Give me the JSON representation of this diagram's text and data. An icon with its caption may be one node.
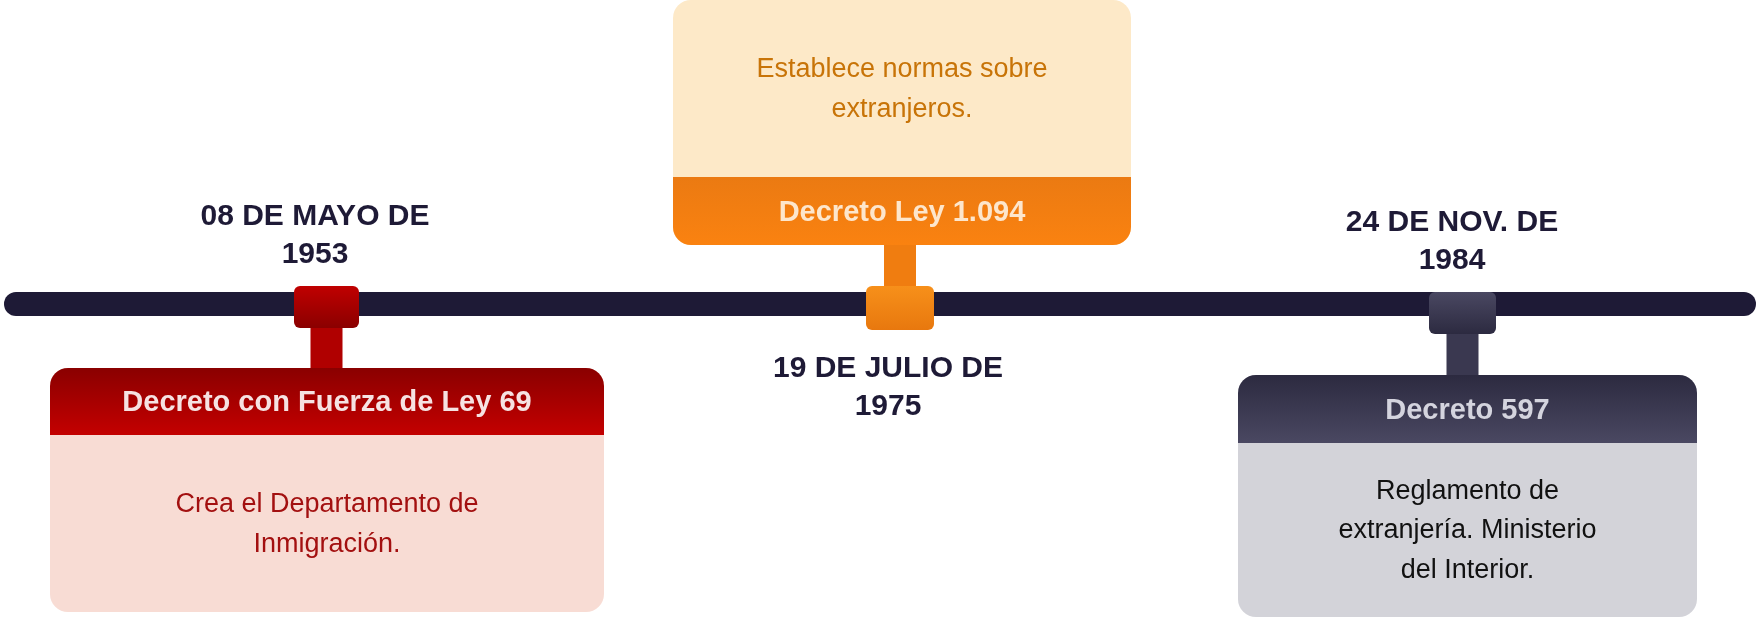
{
  "diagram": {
    "nodes": [
      {
        "text": [
          "Decreto con Fuerza de Ley 69",
          "Crea el Departamento de Inmigración."
        ]
      },
      {
        "text": [
          "Establece normas sobre extranjeros.",
          "Decreto Ley 1.094"
        ]
      },
      {
        "text": [
          "Decreto 597",
          "Reglamento de extranjería. Ministerio del Interior."
        ]
      },
      {
        "text": [],
        "shape": "box",
        "beside": [
          "08 DE MAYO DE 1953"
        ]
      },
      {
        "text": [],
        "shape": "box",
        "beside": [
          "19 DE JULIO DE 1975"
        ]
      },
      {
        "text": [],
        "shape": "box",
        "beside": [
          "24 DE NOV. DE 1984"
        ]
      }
    ],
    "edges": [
      {
        "from": 3,
        "to": 0,
        "arrow": "none",
        "color": "#b00000"
      },
      {
        "from": 4,
        "to": 1,
        "arrow": "none",
        "color": "#f07d10"
      },
      {
        "from": 5,
        "to": 2,
        "arrow": "none",
        "color": "#3a3850"
      }
    ]
  }
}
